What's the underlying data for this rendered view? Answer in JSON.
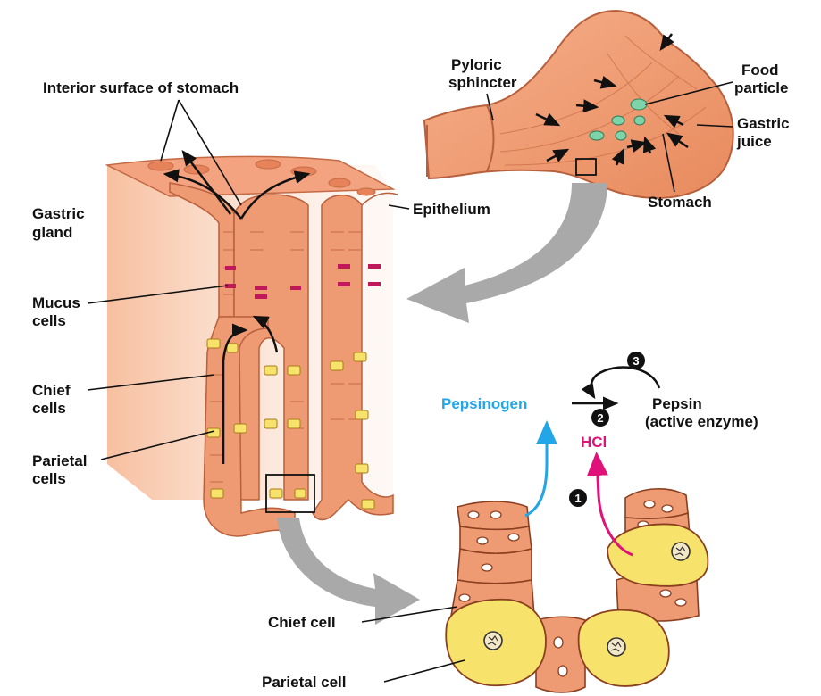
{
  "labels": {
    "interior_surface": "Interior surface of stomach",
    "gastric_gland_1": "Gastric",
    "gastric_gland_2": "gland",
    "epithelium": "Epithelium",
    "mucus_1": "Mucus",
    "mucus_2": "cells",
    "chief_1": "Chief",
    "chief_2": "cells",
    "parietal_1": "Parietal",
    "parietal_2": "cells",
    "pyloric_1": "Pyloric",
    "pyloric_2": "sphincter",
    "food_1": "Food",
    "food_2": "particle",
    "gastric_juice_1": "Gastric",
    "gastric_juice_2": "juice",
    "stomach": "Stomach",
    "pepsinogen": "Pepsinogen",
    "pepsin": "Pepsin",
    "active_enzyme": "(active enzyme)",
    "hcl": "HCl",
    "chief_cell": "Chief cell",
    "parietal_cell": "Parietal cell"
  },
  "steps": {
    "one": "1",
    "two": "2",
    "three": "3"
  },
  "colors": {
    "tissue": "#f0a07a",
    "tissue_light": "#f8c9ae",
    "tissue_dark": "#c46a45",
    "mucus_cell": "#c0185a",
    "parietal_yellow": "#f7e26b",
    "pepsinogen_blue": "#22a6e8",
    "hcl_pink": "#e0127a",
    "flow_arrow_gray": "#a9a9a9"
  }
}
